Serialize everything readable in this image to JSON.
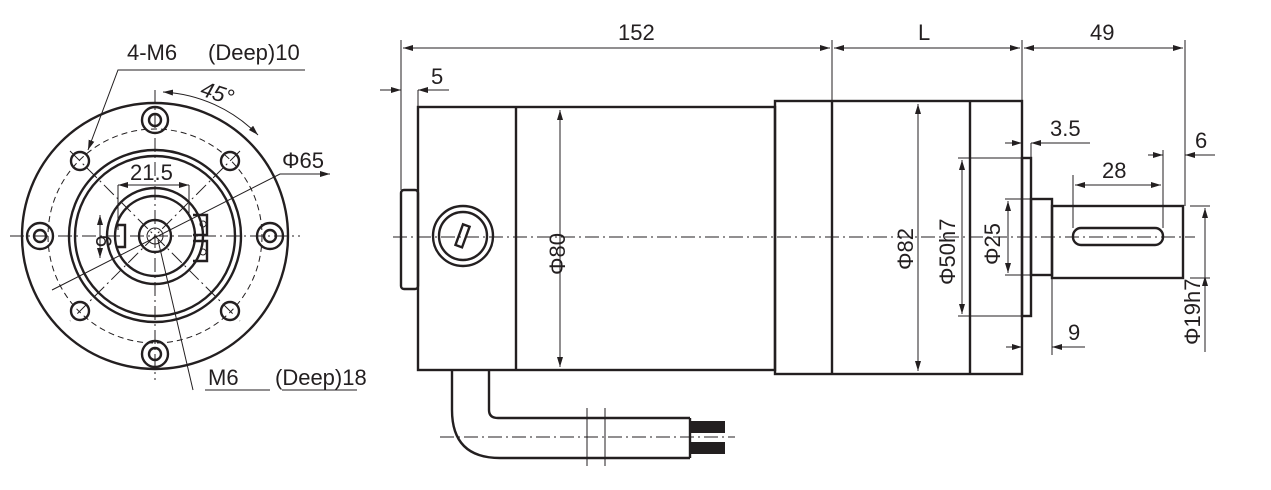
{
  "front_view": {
    "tapped_holes": "4-M6",
    "tapped_depth": "(Deep)10",
    "angle": "45°",
    "bolt_circle": "Φ65",
    "hub_width": "21.5",
    "key_dim": "6",
    "center_thread": "M6",
    "center_depth": "(Deep)18"
  },
  "side_view": {
    "motor_length": "152",
    "gearbox_length": "L",
    "shaft_length": "49",
    "cap_offset": "5",
    "motor_diameter": "Φ80",
    "gearbox_diameter": "Φ82",
    "pilot_diameter": "Φ50h7",
    "hub_diameter": "Φ25",
    "shaft_diameter": "Φ19h7",
    "pilot_height": "3.5",
    "key_length": "28",
    "key_offset": "6",
    "hub_length": "9"
  }
}
